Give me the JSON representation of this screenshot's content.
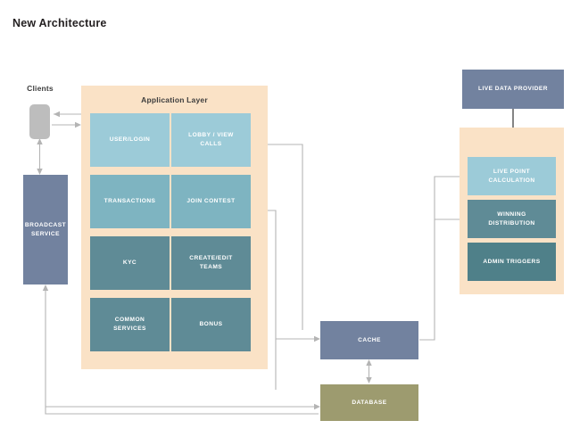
{
  "page": {
    "title": "New Architecture",
    "background": "#ffffff"
  },
  "colors": {
    "panel_beige": "#fae2c6",
    "light_blue": "#9ccbd8",
    "mid_blue": "#7eb4c1",
    "teal": "#5f8b96",
    "dark_teal": "#4f8089",
    "slate": "#72829f",
    "olive": "#9d9b6f",
    "gray": "#bdbdbd",
    "connector": "#b4b4b4",
    "connector_dark": "#5a5a5a",
    "title_text": "#231f20"
  },
  "clients": {
    "label": "Clients"
  },
  "broadcast_service": {
    "label": "BROADCAST\nSERVICE",
    "line1": "BROADCAST",
    "line2": "SERVICE"
  },
  "application_layer": {
    "title": "Application Layer",
    "tiles": [
      {
        "label": "USER/LOGIN",
        "line1": "USER/LOGIN",
        "line2": "",
        "color": "#9ccbd8",
        "row": 1,
        "col": 1
      },
      {
        "label": "LOBBY / VIEW CALLS",
        "line1": "LOBBY / VIEW",
        "line2": "CALLS",
        "color": "#9ccbd8",
        "row": 1,
        "col": 2
      },
      {
        "label": "TRANSACTIONS",
        "line1": "TRANSACTIONS",
        "line2": "",
        "color": "#7eb4c1",
        "row": 2,
        "col": 1
      },
      {
        "label": "JOIN CONTEST",
        "line1": "JOIN CONTEST",
        "line2": "",
        "color": "#7eb4c1",
        "row": 2,
        "col": 2
      },
      {
        "label": "KYC",
        "line1": "KYC",
        "line2": "",
        "color": "#5f8b96",
        "row": 3,
        "col": 1
      },
      {
        "label": "CREATE/EDIT TEAMS",
        "line1": "CREATE/EDIT",
        "line2": "TEAMS",
        "color": "#5f8b96",
        "row": 3,
        "col": 2
      },
      {
        "label": "COMMON SERVICES",
        "line1": "COMMON",
        "line2": "SERVICES",
        "color": "#5f8b96",
        "row": 4,
        "col": 1
      },
      {
        "label": "BONUS",
        "line1": "BONUS",
        "line2": "",
        "color": "#5f8b96",
        "row": 4,
        "col": 2
      }
    ]
  },
  "live_data_provider": {
    "label": "LIVE DATA PROVIDER"
  },
  "live_panel": {
    "tiles": [
      {
        "label": "LIVE POINT CALCULATION",
        "line1": "LIVE POINT",
        "line2": "CALCULATION",
        "color": "#9ccbd8"
      },
      {
        "label": "WINNING DISTRIBUTION",
        "line1": "WINNING",
        "line2": "DISTRIBUTION",
        "color": "#5f8b96"
      },
      {
        "label": "ADMIN TRIGGERS",
        "line1": "ADMIN TRIGGERS",
        "line2": "",
        "color": "#4f8089"
      }
    ]
  },
  "storage": {
    "cache": {
      "label": "CACHE",
      "color": "#72829f"
    },
    "database": {
      "label": "DATABASE",
      "color": "#9d9b6f"
    }
  },
  "connectors": [
    {
      "name": "app-to-clients",
      "from": "application-layer",
      "to": "clients",
      "direction": "left"
    },
    {
      "name": "clients-to-app",
      "from": "clients",
      "to": "application-layer",
      "direction": "right"
    },
    {
      "name": "clients-to-broadcast",
      "from": "clients",
      "to": "broadcast-service",
      "direction": "down"
    },
    {
      "name": "broadcast-to-clients",
      "from": "broadcast-service",
      "to": "clients",
      "direction": "up"
    },
    {
      "name": "cache-to-lobby",
      "from": "cache",
      "to": "lobby-view-calls",
      "direction": "left"
    },
    {
      "name": "cache-to-join-contest",
      "from": "cache",
      "to": "join-contest",
      "direction": "left"
    },
    {
      "name": "app-to-cache",
      "from": "application-layer",
      "to": "cache",
      "direction": "right"
    },
    {
      "name": "cache-to-database",
      "from": "cache",
      "to": "database",
      "direction": "both"
    },
    {
      "name": "app-to-database",
      "from": "application-layer",
      "to": "database",
      "direction": "right"
    },
    {
      "name": "database-to-broadcast",
      "from": "database",
      "to": "broadcast-service",
      "direction": "left"
    },
    {
      "name": "live-data-provider-to-live-point",
      "from": "live-data-provider",
      "to": "live-point-calculation",
      "direction": "down"
    },
    {
      "name": "cache-to-live-point",
      "from": "cache",
      "to": "live-point-calculation",
      "direction": "right"
    },
    {
      "name": "cache-to-winning-distribution",
      "from": "cache",
      "to": "winning-distribution",
      "direction": "right"
    }
  ]
}
